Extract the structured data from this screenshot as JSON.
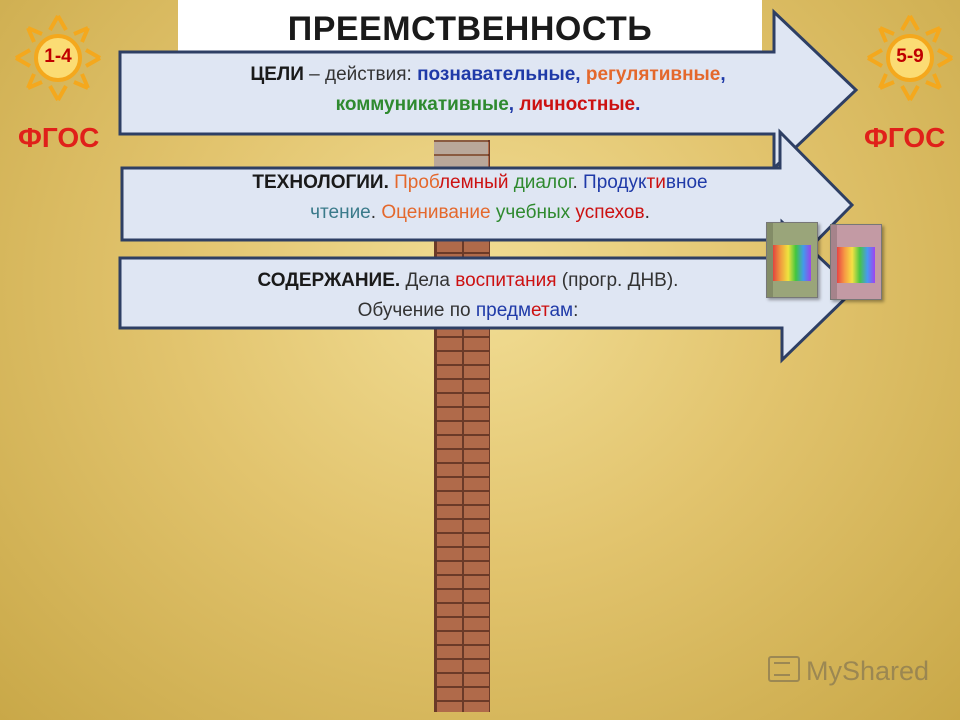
{
  "title": "ПРЕЕМСТВЕННОСТЬ",
  "left_badge": {
    "label": "1-4",
    "caption": "ФГОС"
  },
  "right_badge": {
    "label": "5-9",
    "caption": "ФГОС"
  },
  "goals": {
    "heading": "ЦЕЛИ",
    "dash": " – ",
    "text1": "действия: ",
    "item1": "познавательные",
    "comma1": ", ",
    "item2": "регулятивные",
    "comma2": ",",
    "item3": "коммуникативные",
    "comma3": ", ",
    "item4": "личностные",
    "end": "."
  },
  "technologies": {
    "heading": "ТЕХНОЛОГИИ.",
    "p1a": "Проб",
    "p1b": "лемный",
    "p1c": " диалог",
    "dot1": ". ",
    "p2a": "Продук",
    "p2b": "ти",
    "p2c": "вное",
    "p2d": "чтение",
    "dot2": ". ",
    "p3a": "Оценивание",
    "p3b": " учебных ",
    "p3c": "успехов",
    "dot3": "."
  },
  "content": {
    "heading": "СОДЕРЖАНИЕ.",
    "t1": " Дела ",
    "t2": "воспитания",
    "t3": " (прогр. ДНВ).",
    "t4": "Обучение по ",
    "t5": "предм",
    "t6": "ет",
    "t7": "ам",
    "t8": ":"
  },
  "watermark": "MyShared",
  "colors": {
    "arrow_fill": "#dfe6f3",
    "arrow_stroke": "#2e3f64",
    "accent_red": "#e0201a",
    "sun": "#f4a81d"
  },
  "icons": [
    "sun-icon",
    "brick-wall",
    "textbook-icon",
    "myshared-logo-icon"
  ]
}
